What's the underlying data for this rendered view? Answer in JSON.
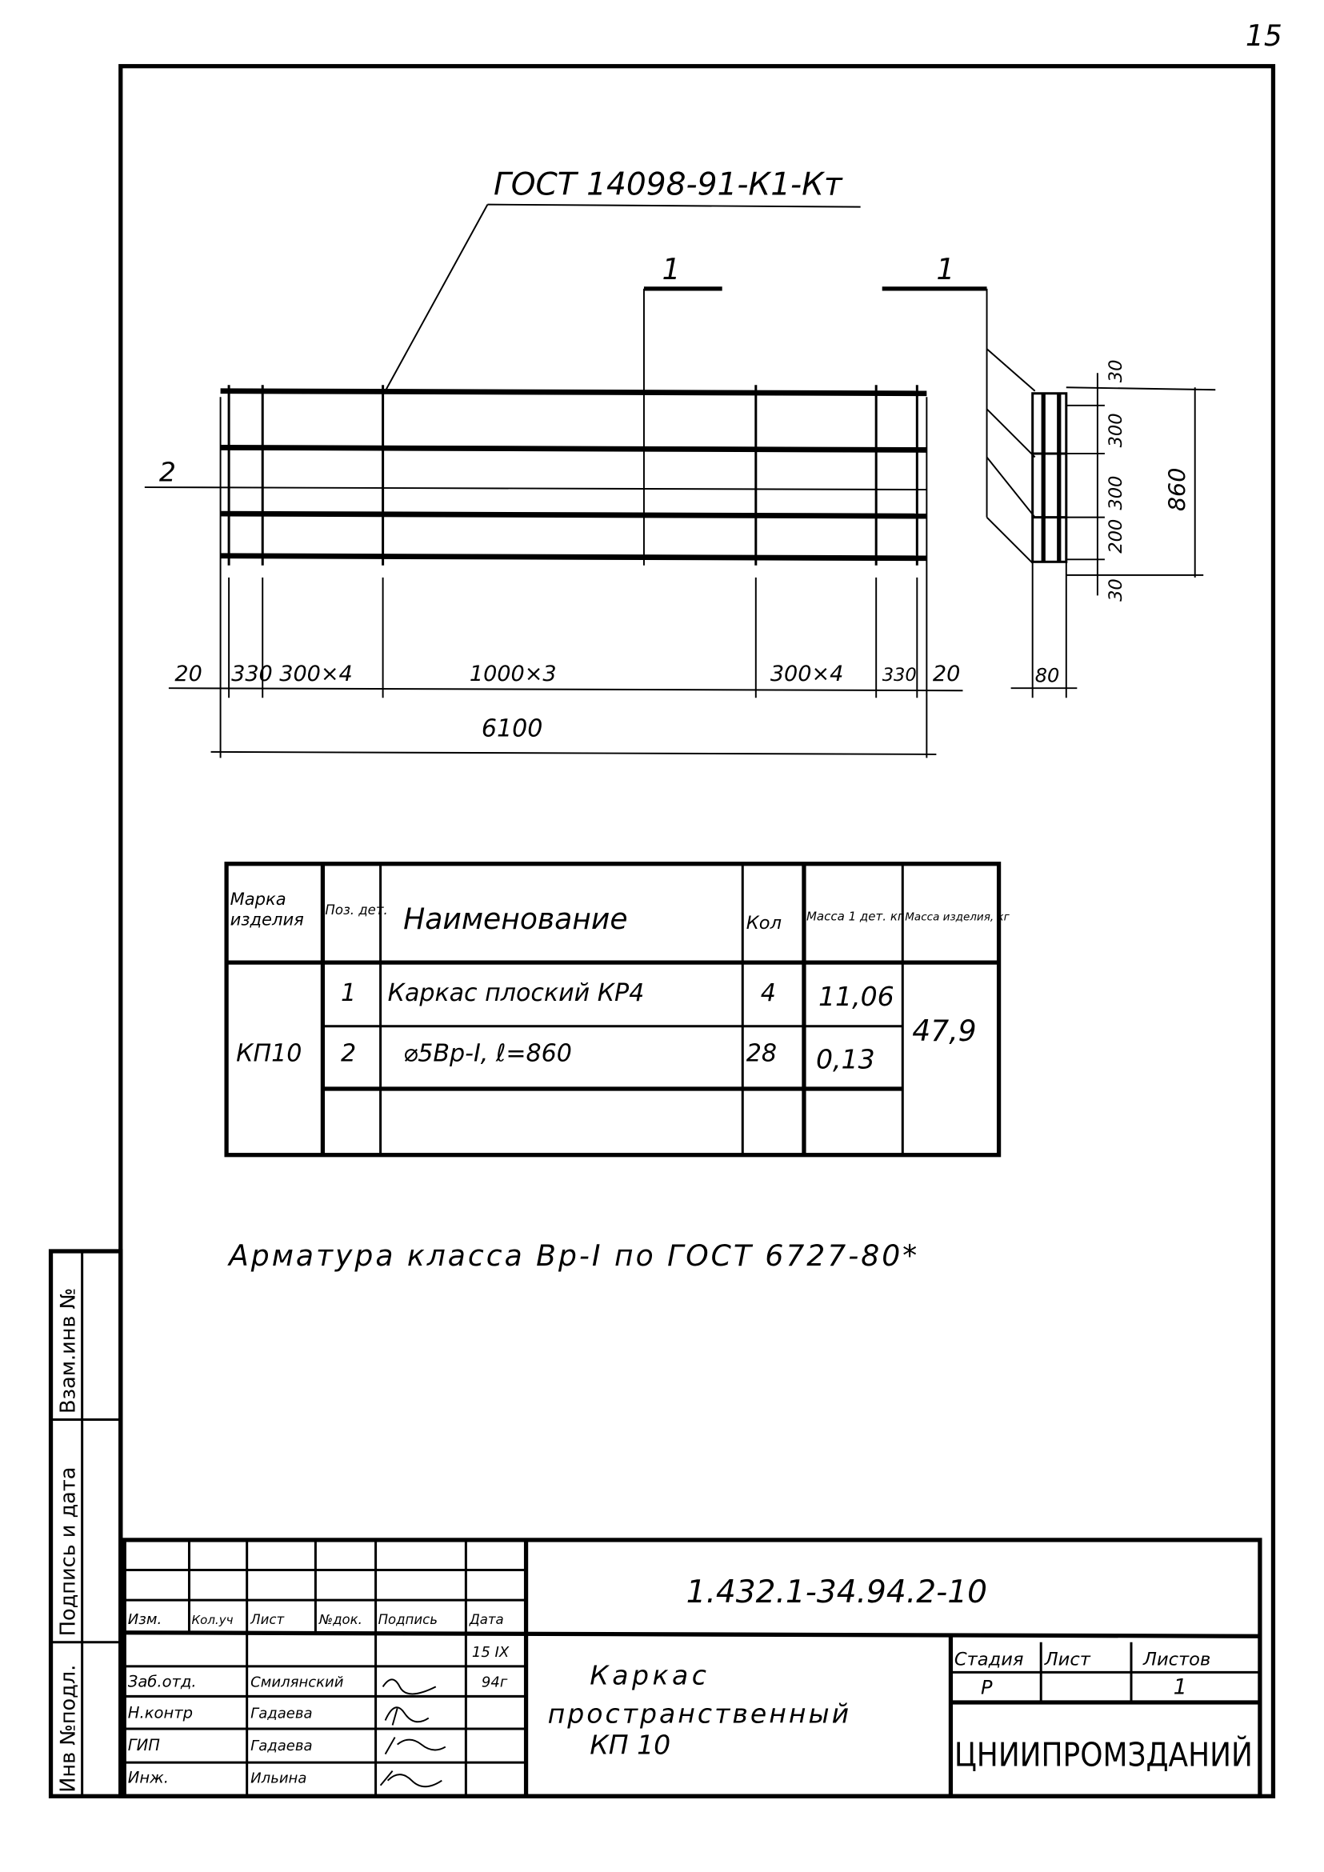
{
  "sheet_number": "15",
  "drawing": {
    "leader_label": "ГОСТ 14098-91-К1-Кт",
    "section_mark": "1",
    "section_mark_right": "1",
    "position_mark_2": "2",
    "dims_horizontal": [
      "20",
      "330",
      "300×4",
      "1000×3",
      "300×4",
      "330",
      "20"
    ],
    "dim_total": "6100",
    "section_dims": [
      "30",
      "300",
      "300",
      "200",
      "30"
    ],
    "section_height": "860",
    "section_width": "80"
  },
  "spec_table": {
    "headers": [
      "Марка изделия",
      "Поз. дет.",
      "Наименование",
      "Кол",
      "Масса 1 дет. кг",
      "Масса изделия, кг"
    ],
    "mark": "КП10",
    "total_mass": "47,9",
    "rows": [
      {
        "pos": "1",
        "name": "Каркас плоский КР4",
        "qty": "4",
        "mass": "11,06"
      },
      {
        "pos": "2",
        "name": "⌀5Вр-I, ℓ=860",
        "qty": "28",
        "mass": "0,13"
      }
    ]
  },
  "note": "Арматура класса Вр-I по ГОСТ 6727-80*",
  "side_stamp": [
    "Взам.инв №",
    "Подпись и дата",
    "Инв №подл."
  ],
  "title_block": {
    "doc_code": "1.432.1-34.94.2-10",
    "columns": [
      "Изм.",
      "Кол.уч",
      "Лист",
      "№док.",
      "Подпись",
      "Дата"
    ],
    "date_line1": "15 IX",
    "date_line2": "94г",
    "people": [
      {
        "role": "Заб.отд.",
        "name": "Смилянский"
      },
      {
        "role": "Н.контр",
        "name": "Гадаева"
      },
      {
        "role": "ГИП",
        "name": "Гадаева"
      },
      {
        "role": "Инж.",
        "name": "Ильина"
      }
    ],
    "title_line1": "Каркас",
    "title_line2": "пространственный",
    "title_line3": "КП 10",
    "stage_label": "Стадия",
    "sheet_label": "Лист",
    "sheets_label": "Листов",
    "stage": "Р",
    "sheets": "1",
    "organization": "ЦНИИПРОМЗДАНИЙ"
  }
}
